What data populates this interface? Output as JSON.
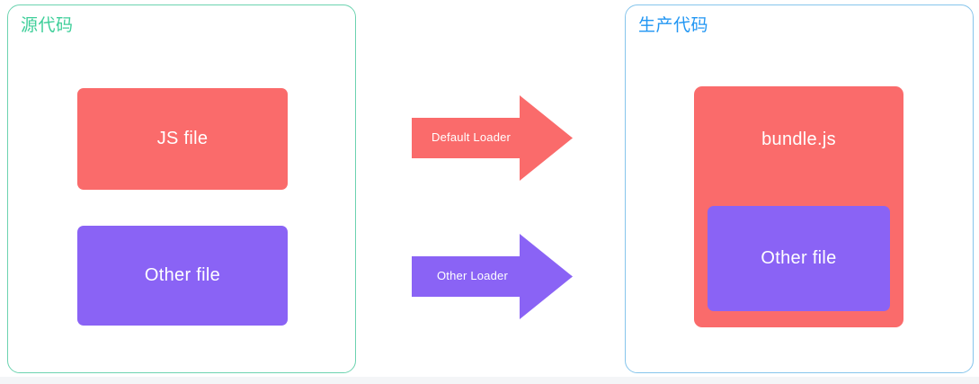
{
  "diagram": {
    "title_source": "源代码",
    "title_output": "生产代码",
    "colors": {
      "red": "#fa6b6b",
      "purple": "#8a63f5",
      "source_panel_border": "#6cd3b0",
      "source_panel_title": "#3fcf9a",
      "output_panel_border": "#86c5ec",
      "output_panel_title": "#2196f3",
      "label_text": "#ffffff",
      "background": "#ffffff"
    },
    "source_panel": {
      "label": "源代码",
      "boxes": [
        {
          "label": "JS file",
          "color": "#fa6b6b"
        },
        {
          "label": "Other file",
          "color": "#8a63f5"
        }
      ]
    },
    "arrows": [
      {
        "label": "Default Loader",
        "color": "#fa6b6b",
        "direction": "right"
      },
      {
        "label": "Other Loader",
        "color": "#8a63f5",
        "direction": "right"
      }
    ],
    "output_panel": {
      "label": "生产代码",
      "bundle": {
        "label": "bundle.js",
        "color": "#fa6b6b",
        "nested": {
          "label": "Other file",
          "color": "#8a63f5"
        }
      }
    }
  }
}
